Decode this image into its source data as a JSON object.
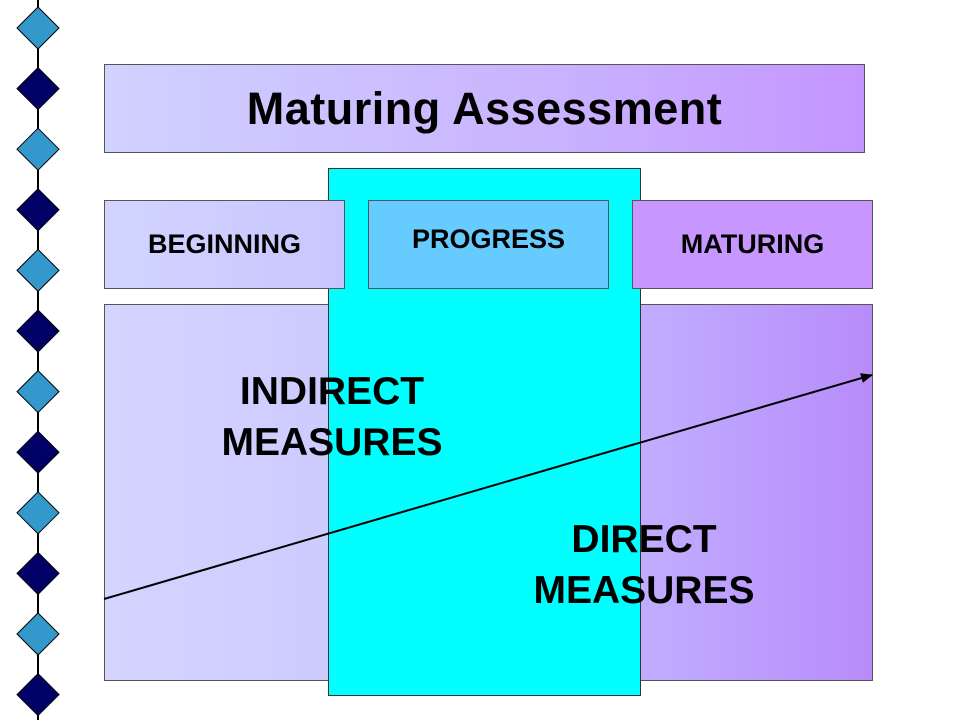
{
  "title": "Maturing Assessment",
  "stages": {
    "beginning": "BEGINNING",
    "progress": "PROGRESS",
    "maturing": "MATURING"
  },
  "measures": {
    "indirect": "INDIRECT MEASURES",
    "direct": "DIRECT MEASURES"
  },
  "colors": {
    "diamond_light": "#3399cc",
    "diamond_dark": "#000066",
    "progress_column": "#00ffff",
    "progress_box": "#66ccff",
    "maturing_box": "#c896ff",
    "beginning_box": "#d2d4ff"
  },
  "icons": {
    "diamond": "diamond-icon",
    "arrow": "trend-arrow-icon"
  }
}
